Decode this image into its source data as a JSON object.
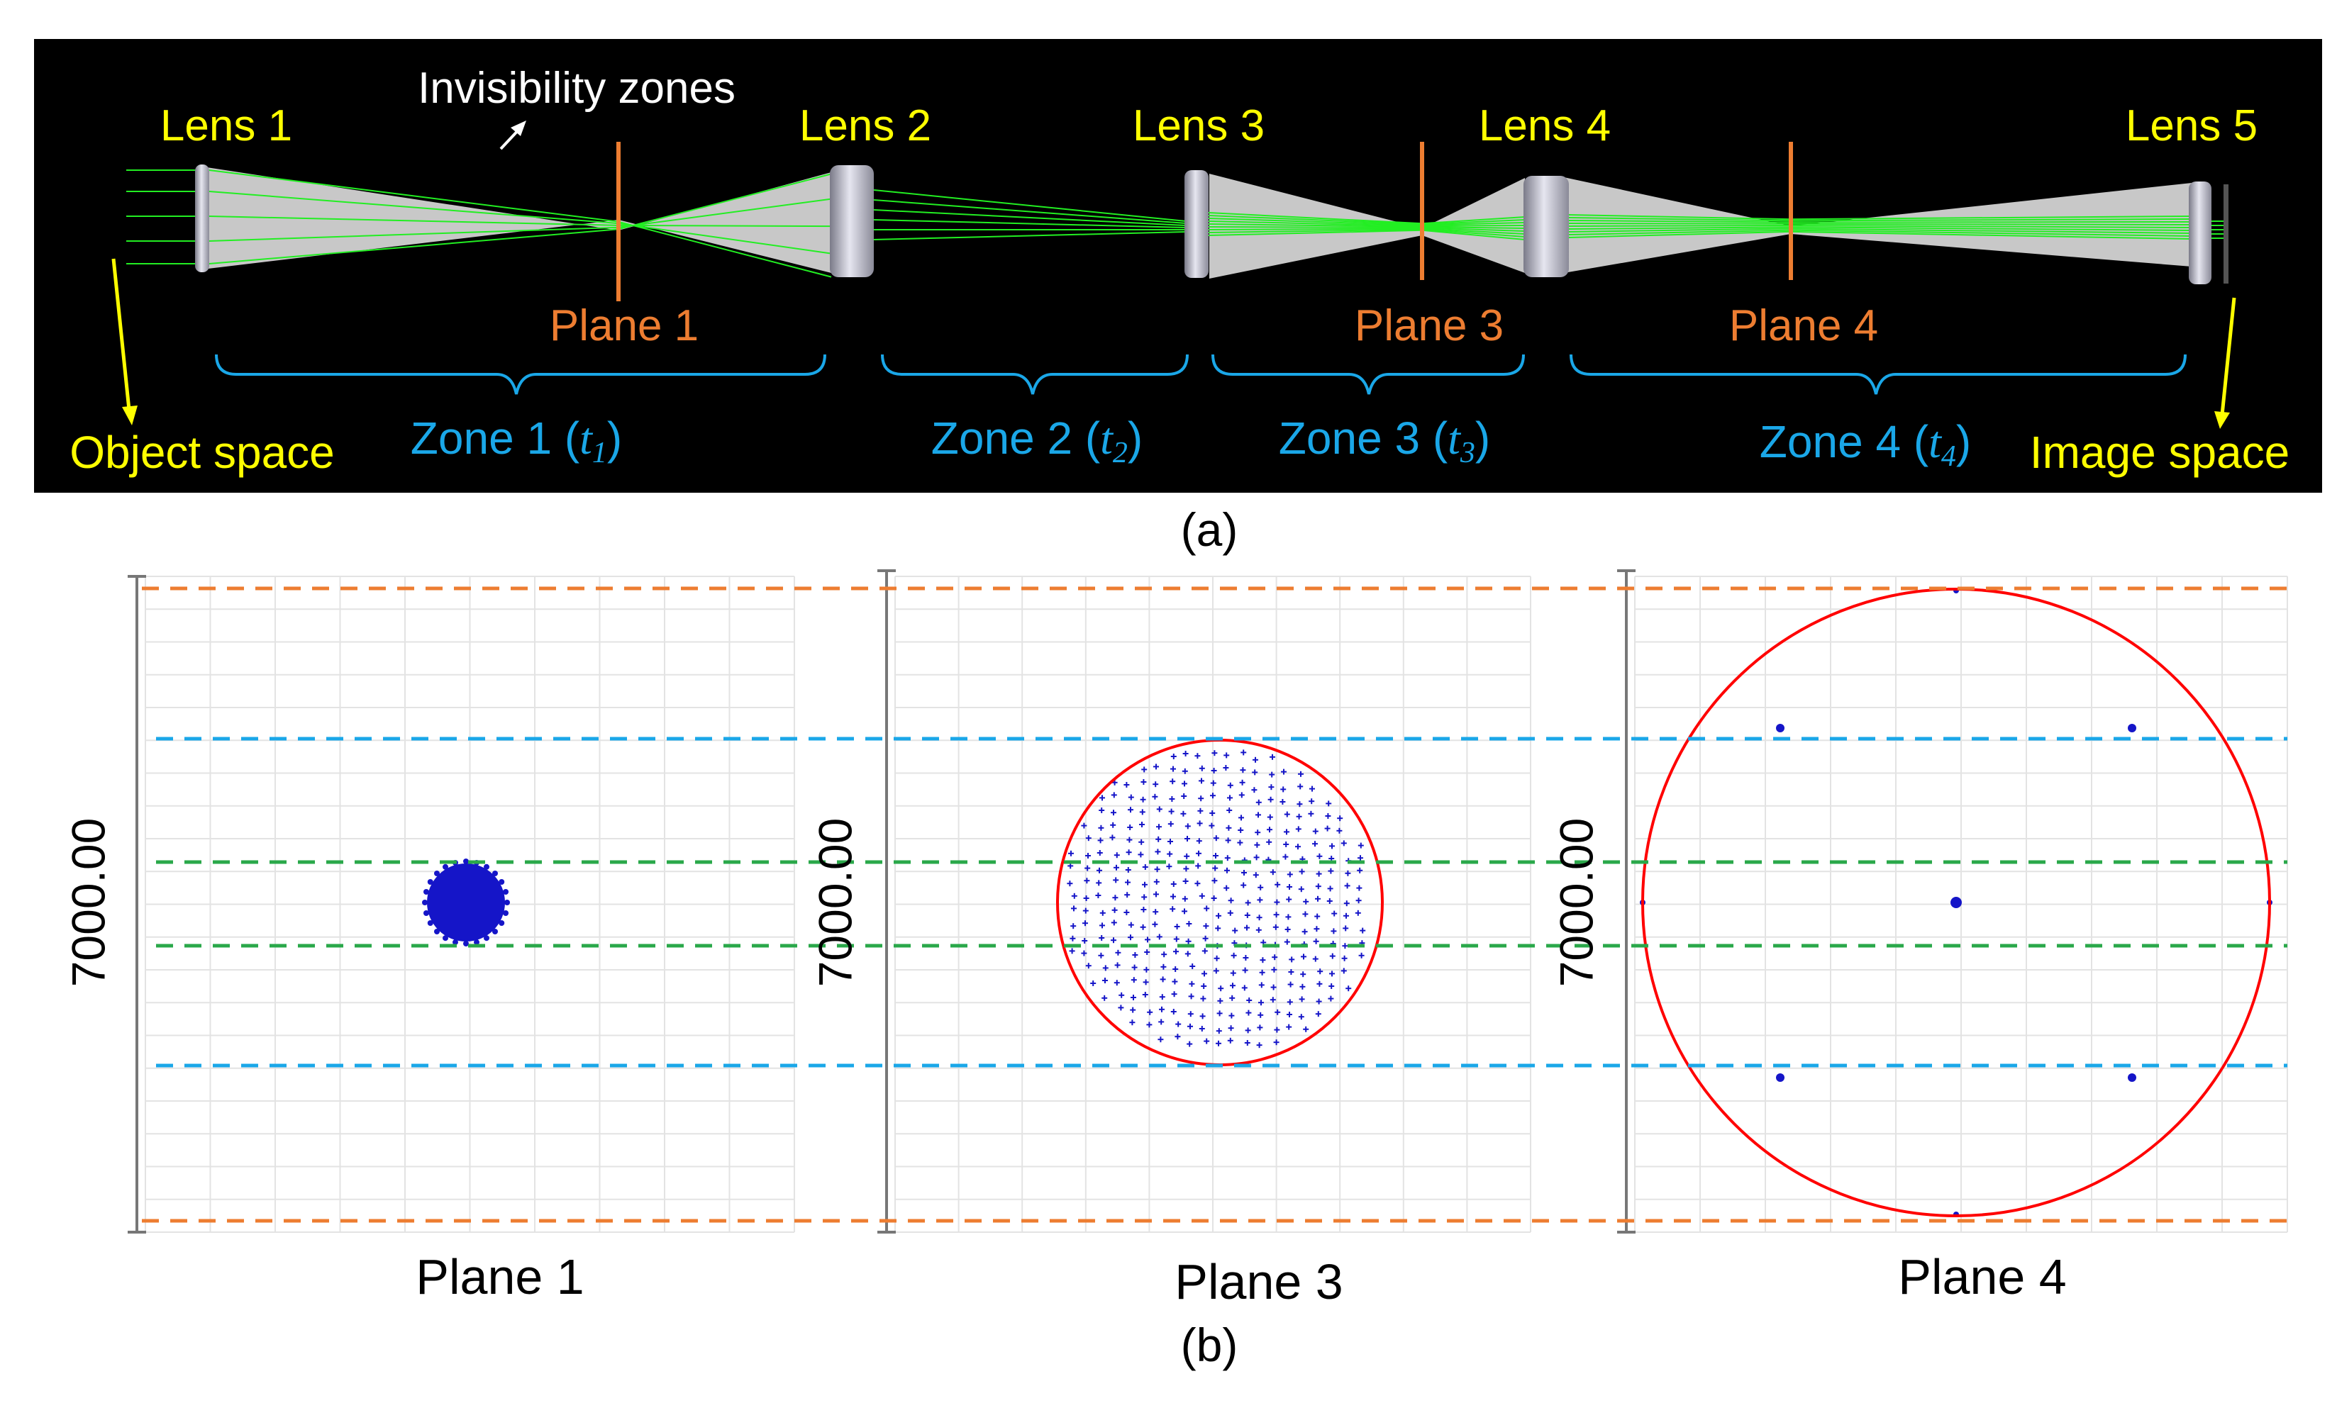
{
  "panel_a": {
    "lenses": [
      "Lens 1",
      "Lens 2",
      "Lens 3",
      "Lens 4",
      "Lens 5"
    ],
    "invisibility_label": "Invisibility zones",
    "planes": [
      "Plane 1",
      "Plane 3",
      "Plane 4"
    ],
    "zones": [
      {
        "name": "Zone 1",
        "var": "t",
        "sub": "1"
      },
      {
        "name": "Zone 2",
        "var": "t",
        "sub": "2"
      },
      {
        "name": "Zone 3",
        "var": "t",
        "sub": "3"
      },
      {
        "name": "Zone 4",
        "var": "t",
        "sub": "4"
      }
    ],
    "object_space": "Object space",
    "image_space": "Image space",
    "caption": "(a)"
  },
  "panel_b": {
    "plots": [
      {
        "axis_label": "7000.00",
        "title": "Plane 1"
      },
      {
        "axis_label": "7000.00",
        "title": "Plane 3"
      },
      {
        "axis_label": "7000.00",
        "title": "Plane 4"
      }
    ],
    "caption": "(b)"
  },
  "colors": {
    "background_a": "#000000",
    "lens_label": "#ffff00",
    "plane": "#ed7d31",
    "zone": "#1aa7e8",
    "rays": "#22ee22",
    "invisibility_fill": "#c8c8c8",
    "spot": "#1515c8",
    "circle": "#ff0000",
    "line_orange": "#ed7d31",
    "line_blue": "#1aa7e8",
    "line_green": "#2aa84a"
  }
}
